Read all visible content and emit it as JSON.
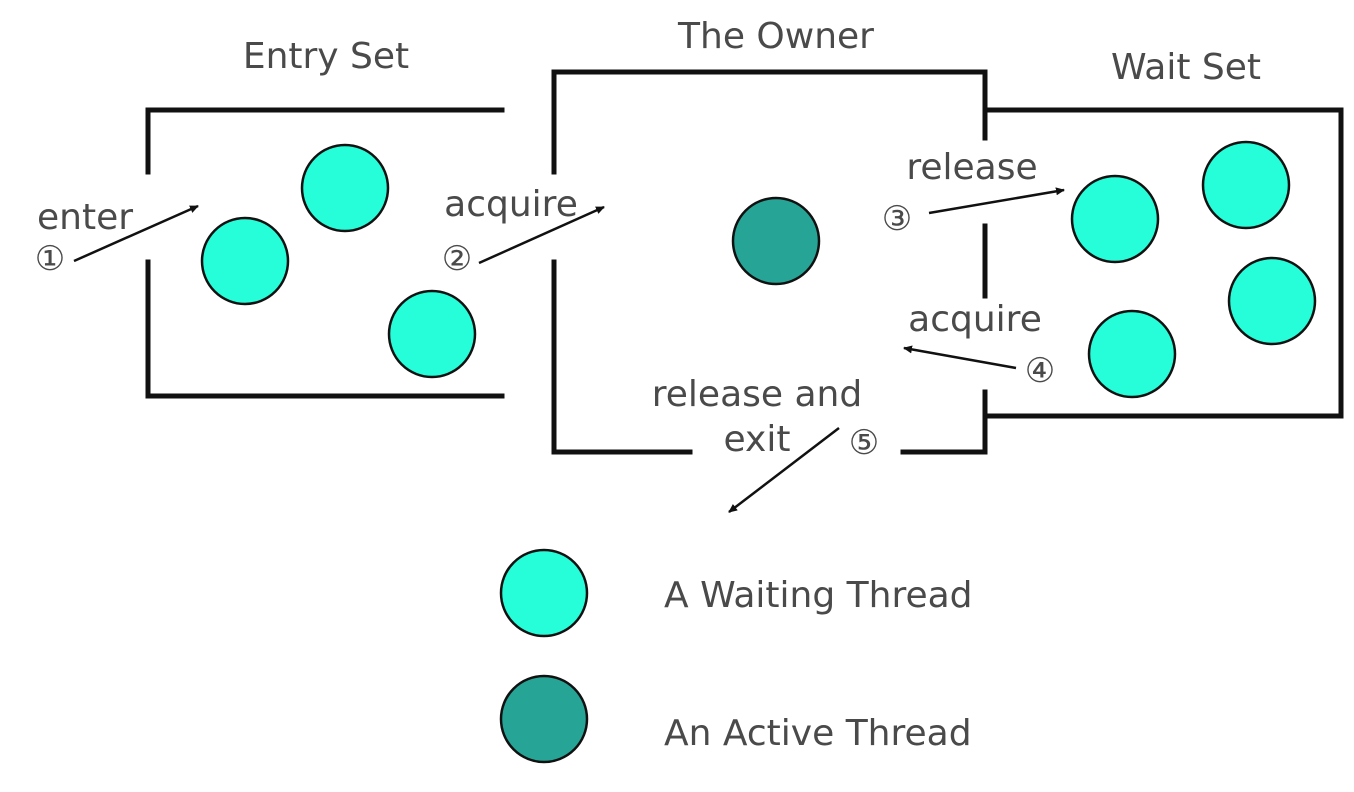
{
  "regions": {
    "entry_set": "Entry Set",
    "owner": "The Owner",
    "wait_set": "Wait Set"
  },
  "transitions": {
    "enter": {
      "label": "enter",
      "step": "①"
    },
    "acquire_entry": {
      "label": "acquire",
      "step": "②"
    },
    "release_wait": {
      "label": "release",
      "step": "③"
    },
    "acquire_wait": {
      "label": "acquire",
      "step": "④"
    },
    "release_exit": {
      "label_line1": "release and",
      "label_line2": "exit",
      "step": "⑤"
    }
  },
  "legend": {
    "waiting": "A Waiting Thread",
    "active": "An Active Thread"
  },
  "colors": {
    "waiting_thread": "#26fdd9",
    "active_thread": "#26a596",
    "walls": "#111111",
    "text": "#4a4a4a"
  }
}
